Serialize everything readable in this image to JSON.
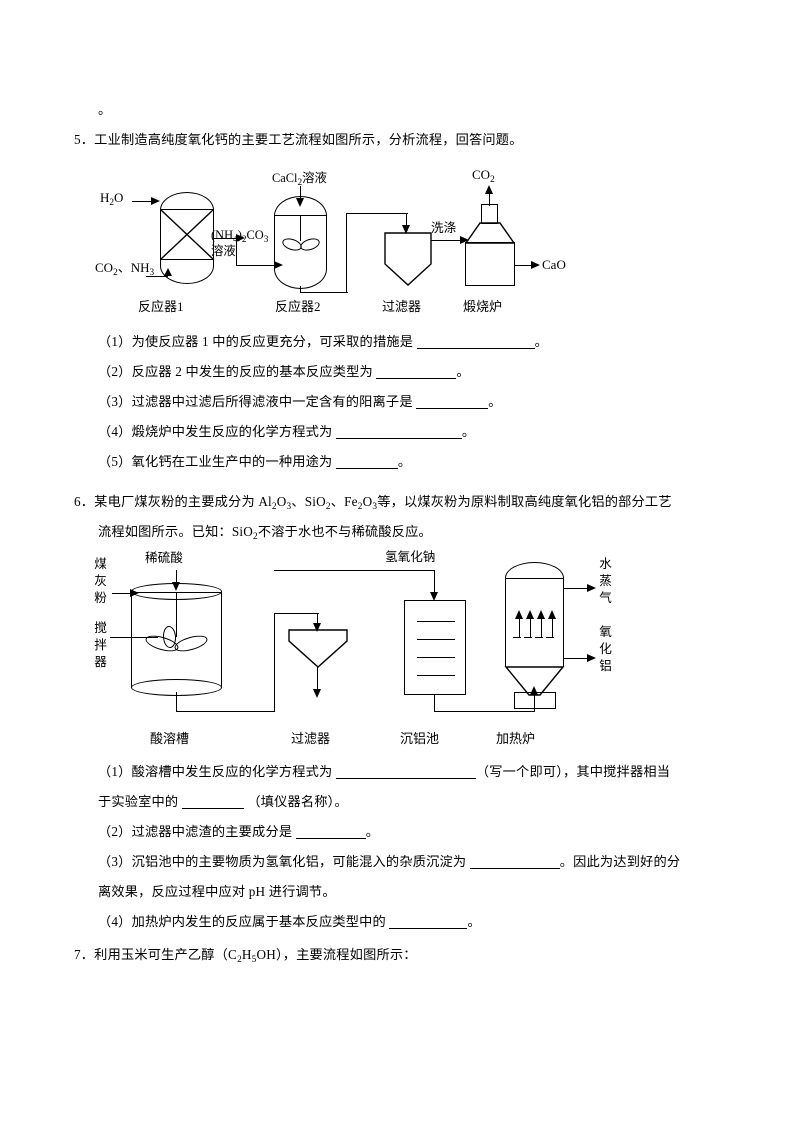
{
  "page": {
    "stray_mark": "。"
  },
  "q5": {
    "number": "5",
    "stem": "．工业制造高纯度氧化钙的主要工艺流程如图所示，分析流程，回答问题。",
    "items": [
      "（1）为使反应器 1 中的反应更充分，可采取的措施是",
      "（2）反应器 2 中发生的反应的基本反应类型为",
      "（3）过滤器中过滤后所得滤液中一定含有的阳离子是",
      "（4）煅烧炉中发生反应的化学方程式为",
      "（5）氧化钙在工业生产中的一种用途为"
    ],
    "period": "。",
    "diagram": {
      "inlet_water": "H",
      "inlet_water_sub": "2",
      "inlet_water_tail": "O",
      "inlet_co2": "CO",
      "inlet_co2_sub": "2",
      "inlet_sep": "、",
      "inlet_nh3": "NH",
      "inlet_nh3_sub": "3",
      "product_line1_a": "(NH",
      "product_line1_sub1": "4",
      "product_line1_b": ")",
      "product_line1_sub2": "2",
      "product_line1_c": "CO",
      "product_line1_sub3": "3",
      "product_line2": "溶液",
      "cacl2_a": "CaCl",
      "cacl2_sub": "2",
      "cacl2_b": "溶液",
      "wash_label": "洗涤",
      "co2_out": "CO",
      "co2_out_sub": "2",
      "cao_out": "CaO",
      "captions": [
        "反应器1",
        "反应器2",
        "过滤器",
        "煅烧炉"
      ]
    }
  },
  "q6": {
    "number": "6",
    "stem_line1_a": "．某电厂煤灰粉的主要成分为 Al",
    "stem_line1_s1": "2",
    "stem_line1_b": "O",
    "stem_line1_s2": "3",
    "stem_line1_c": "、SiO",
    "stem_line1_s3": "2",
    "stem_line1_d": "、Fe",
    "stem_line1_s4": "2",
    "stem_line1_e": "O",
    "stem_line1_s5": "3",
    "stem_line1_f": "等，以煤灰粉为原料制取高纯度氧化铝的部分工艺",
    "stem_line2_a": "流程如图所示。已知：SiO",
    "stem_line2_s1": "2",
    "stem_line2_b": "不溶于水也不与稀硫酸反应。",
    "items": [
      "（1）酸溶槽中发生反应的化学方程式为",
      "（2）过滤器中滤渣的主要成分是",
      "（3）沉铝池中的主要物质为氢氧化铝，可能混入的杂质沉淀为",
      "（4）加热炉内发生的反应属于基本反应类型中的"
    ],
    "item1_tail": "（写一个即可），其中搅拌器相当",
    "item1_line2_a": "于实验室中的",
    "item1_line2_b": "（填仪器名称）。",
    "item3_tail": "。因此为达到好的分",
    "item3_line2": "离效果，反应过程中应对 pH 进行调节。",
    "period": "。",
    "diagram": {
      "feed_label": "煤灰粉",
      "stirrer_label": "搅拌器",
      "acid_label": "稀硫酸",
      "naoh_label": "氢氧化钠",
      "steam_label": "水蒸气",
      "alumina_label": "氧化铝",
      "captions": [
        "酸溶槽",
        "过滤器",
        "沉铝池",
        "加热炉"
      ]
    }
  },
  "q7": {
    "number": "7",
    "stem_a": "．利用玉米可生产乙醇（C",
    "stem_s1": "2",
    "stem_b": "H",
    "stem_s2": "5",
    "stem_c": "OH），主要流程如图所示："
  },
  "colors": {
    "ink": "#000000",
    "paper": "#ffffff"
  }
}
